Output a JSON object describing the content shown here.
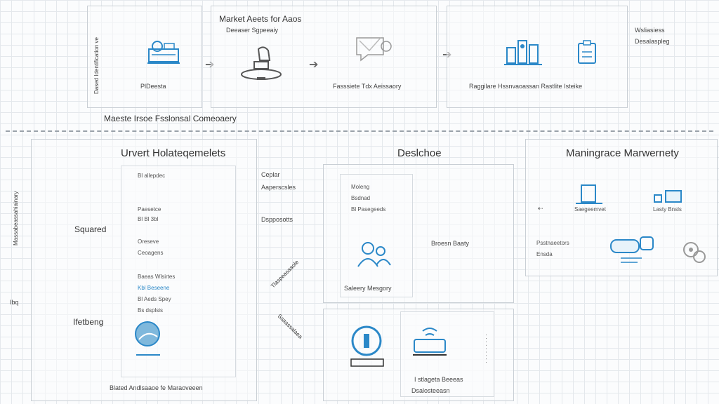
{
  "top": {
    "panel1": {
      "vertical_label": "Dased Identification ve",
      "caption": "PlDeesta"
    },
    "panel2": {
      "title": "Market Aeets for Aaos",
      "subtitle": "Deeaser Sgpeeaiy",
      "caption": ""
    },
    "panel3": {
      "caption": "Fasssiete Tdx Aeissaory"
    },
    "panel4": {
      "caption": "Raggilare Hssnvaoassan Rastlite Isteike"
    },
    "side_text_1": "Wsliasiess",
    "side_text_2": "Desalaspleg",
    "bottom_caption": "Maeste Irsoe Fsslonsal Comeoaery"
  },
  "bottom": {
    "left_vertical_1": "Massabeassahiainary",
    "left_vertical_2": "Ibq",
    "panelA": {
      "title": "Urvert Holateqemelets",
      "side_label_1": "Squared",
      "side_label_2": "Ifetbeng",
      "rows": [
        "Bl allepdec",
        "Paesetce",
        "Bl Bl 3bl",
        "Oreseve",
        "Ceoagens",
        "Baeas Wlsirtes",
        "Kbl Beseene",
        "Bl Aeds Spey",
        "Bs dsplsis"
      ],
      "footer": "Blated Andlsaaoe fe Maraoveeen"
    },
    "mid_labels": {
      "label_1": "Ceplar",
      "label_2": "Aaperscsles",
      "label_3": "Dspposotts",
      "diag_1": "Tlaspeasaaole",
      "diag_2": "Ssaassalaea"
    },
    "panelB": {
      "title": "Deslchoe",
      "list": [
        "Moleng",
        "Bsdnad",
        "Bl Pasegeeds"
      ],
      "side_label": "Broesn Baaty",
      "caption": "Saleery Mesgory"
    },
    "panelC": {
      "caption_1": "I stlageta Beeeas",
      "caption_2": "Dsalosteeasn"
    },
    "panelD": {
      "title": "Maningrace Marwernety",
      "labels": [
        "Saegeemvet",
        "Lasty Bnsls",
        "Psstnaeetors",
        "Ensda"
      ]
    }
  },
  "colors": {
    "accent": "#2b88c8",
    "line": "#c9cfd5",
    "text": "#333333"
  }
}
